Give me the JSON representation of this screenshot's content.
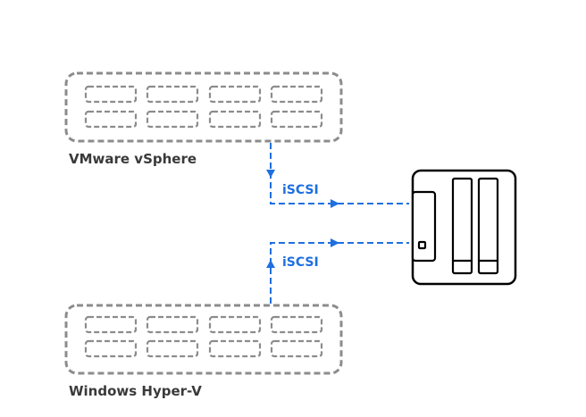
{
  "hosts": [
    {
      "id": "vmware",
      "label": "VMware vSphere"
    },
    {
      "id": "hyperv",
      "label": "Windows Hyper-V"
    }
  ],
  "links": [
    {
      "id": "link-vmware",
      "label": "iSCSI"
    },
    {
      "id": "link-hyperv",
      "label": "iSCSI"
    }
  ],
  "colors": {
    "link": "#1f6fe0",
    "host_outline": "#8c8c8c",
    "nas_outline": "#000000",
    "label_text": "#3a3a3a"
  },
  "icons": {
    "storage": "nas-storage-icon"
  }
}
